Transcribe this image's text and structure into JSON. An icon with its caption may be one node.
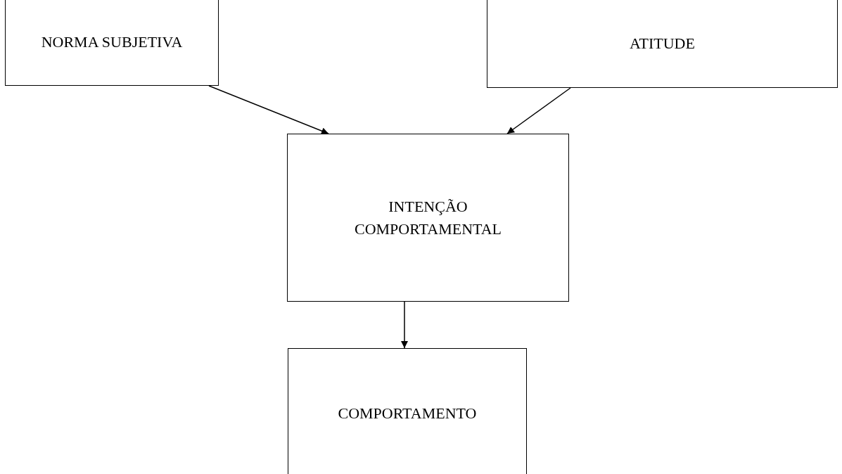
{
  "diagram": {
    "nodes": [
      {
        "text": [
          "NORMA SUBJETIVA"
        ]
      },
      {
        "text": [
          "ATITUDE"
        ]
      },
      {
        "text": [
          "INTENÇÃO COMPORTAMENTAL"
        ]
      },
      {
        "text": [
          "COMPORTAMENTO"
        ]
      }
    ],
    "edges": [
      {
        "from": 0,
        "to": 2,
        "arrow": "to"
      },
      {
        "from": 1,
        "to": 2,
        "arrow": "to"
      },
      {
        "from": 2,
        "to": 3,
        "arrow": "to"
      }
    ]
  }
}
